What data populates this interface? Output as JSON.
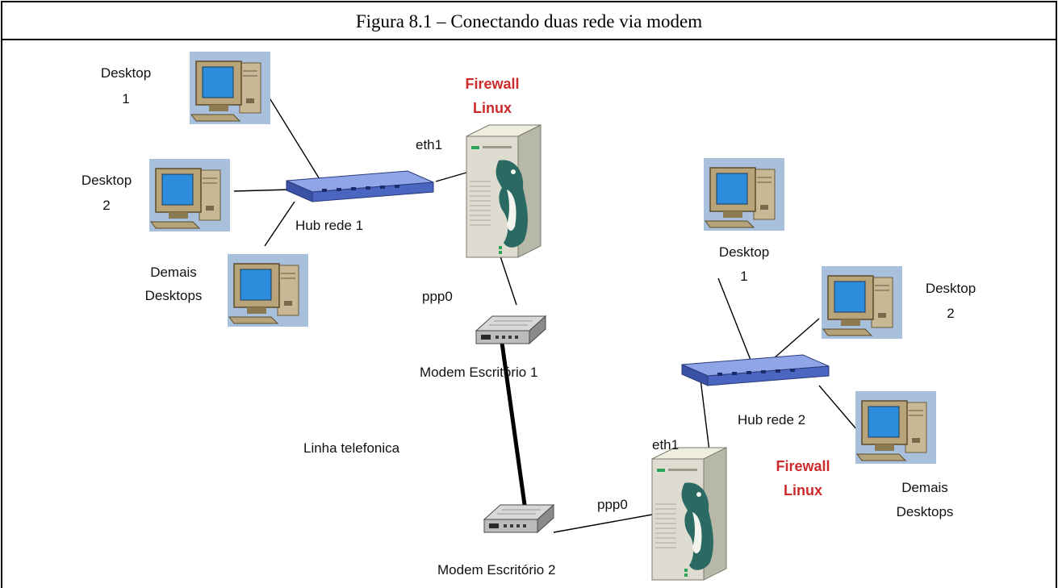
{
  "caption": "Figura 8.1 – Conectando duas rede via modem",
  "left_network": {
    "desktop1": [
      "Desktop",
      "1"
    ],
    "desktop2": [
      "Desktop",
      "2"
    ],
    "others": [
      "Demais",
      "Desktops"
    ],
    "hub": "Hub rede 1",
    "firewall": [
      "Firewall",
      "Linux"
    ],
    "eth": "eth1",
    "ppp": "ppp0",
    "modem": "Modem Escritório 1"
  },
  "right_network": {
    "desktop1": [
      "Desktop",
      "1"
    ],
    "desktop2": [
      "Desktop",
      "2"
    ],
    "others": [
      "Demais",
      "Desktops"
    ],
    "hub": "Hub rede 2",
    "firewall": [
      "Firewall",
      "Linux"
    ],
    "eth": "eth1",
    "ppp": "ppp0",
    "modem": "Modem Escritório 2"
  },
  "phone_line": "Linha telefonica",
  "colors": {
    "firewall_label": "#cc2a2a",
    "computer_bg": "#a8c0dc",
    "hub": "#5a78c8"
  }
}
